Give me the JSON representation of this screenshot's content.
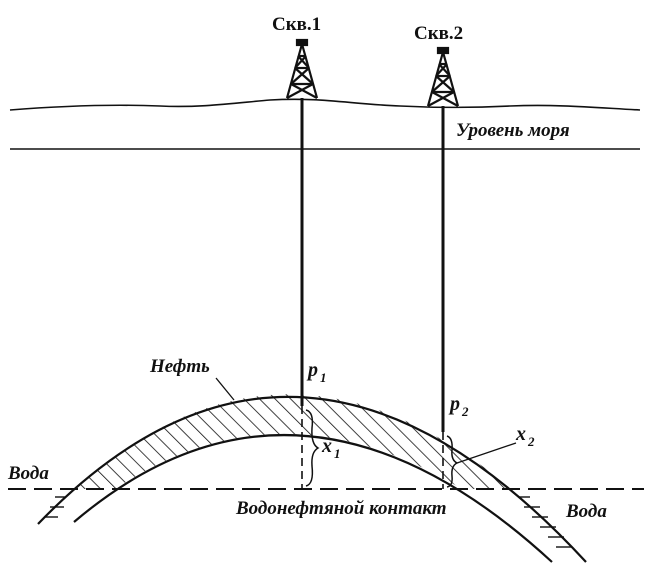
{
  "wells": [
    {
      "label": "Скв.1"
    },
    {
      "label": "Скв.2"
    }
  ],
  "labels": {
    "sea_level": "Уровень моря",
    "oil": "Нефть",
    "water_left": "Вода",
    "water_right": "Вода",
    "contact": "Водонефтяной контакт",
    "p1": "p",
    "p1_sub": "1",
    "p2": "p",
    "p2_sub": "2",
    "x1": "x",
    "x1_sub": "1",
    "x2": "x",
    "x2_sub": "2"
  },
  "colors": {
    "line": "#111111",
    "background": "#ffffff"
  }
}
